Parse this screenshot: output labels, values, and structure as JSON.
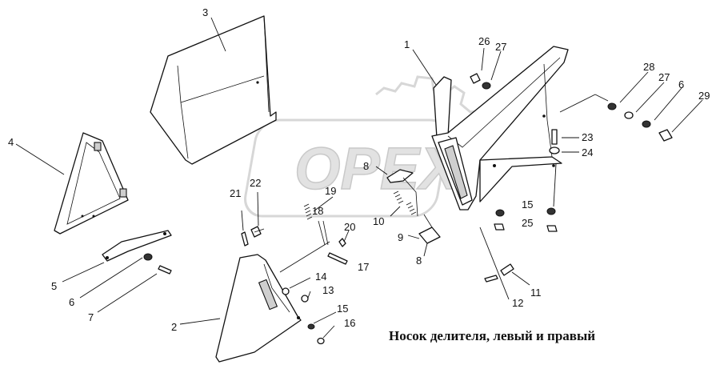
{
  "title": "Носок делителя, левый и правый",
  "watermark": "OPEX",
  "callouts": [
    {
      "id": "c1",
      "label": "1"
    },
    {
      "id": "c2",
      "label": "2"
    },
    {
      "id": "c3",
      "label": "3"
    },
    {
      "id": "c4",
      "label": "4"
    },
    {
      "id": "c5",
      "label": "5"
    },
    {
      "id": "c6a",
      "label": "6"
    },
    {
      "id": "c6b",
      "label": "6"
    },
    {
      "id": "c7",
      "label": "7"
    },
    {
      "id": "c8a",
      "label": "8"
    },
    {
      "id": "c8b",
      "label": "8"
    },
    {
      "id": "c9",
      "label": "9"
    },
    {
      "id": "c10",
      "label": "10"
    },
    {
      "id": "c11",
      "label": "11"
    },
    {
      "id": "c12",
      "label": "12"
    },
    {
      "id": "c13",
      "label": "13"
    },
    {
      "id": "c14",
      "label": "14"
    },
    {
      "id": "c15a",
      "label": "15"
    },
    {
      "id": "c15b",
      "label": "15"
    },
    {
      "id": "c16",
      "label": "16"
    },
    {
      "id": "c17",
      "label": "17"
    },
    {
      "id": "c18",
      "label": "18"
    },
    {
      "id": "c19",
      "label": "19"
    },
    {
      "id": "c20",
      "label": "20"
    },
    {
      "id": "c21",
      "label": "21"
    },
    {
      "id": "c22",
      "label": "22"
    },
    {
      "id": "c23",
      "label": "23"
    },
    {
      "id": "c24",
      "label": "24"
    },
    {
      "id": "c25",
      "label": "25"
    },
    {
      "id": "c26",
      "label": "26"
    },
    {
      "id": "c27a",
      "label": "27"
    },
    {
      "id": "c27b",
      "label": "27"
    },
    {
      "id": "c28",
      "label": "28"
    },
    {
      "id": "c29",
      "label": "29"
    }
  ]
}
